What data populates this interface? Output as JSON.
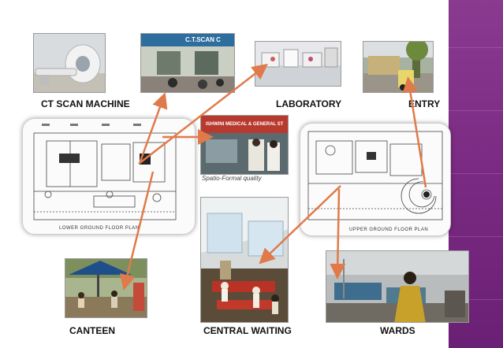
{
  "labels": {
    "ct_scan": "CT SCAN MACHINE",
    "laboratory": "LABORATORY",
    "entry": "ENTRY",
    "canteen": "CANTEEN",
    "central_waiting": "CENTRAL WAITING",
    "wards": "WARDS"
  },
  "plans": {
    "lower": "LOWER GROUND FLOOR PLAN",
    "upper": "UPPER GROUND FLOOR PLAN"
  },
  "signboards": {
    "ct_scan_sign": "C.T.SCAN C",
    "hospital_sign": "ISHWINI MEDICAL & GENERAL ST"
  },
  "overlay_text": "Spatio-Formal quality",
  "colors": {
    "accent_strip": "#7a2a82",
    "arrow": "#e07a4a"
  }
}
